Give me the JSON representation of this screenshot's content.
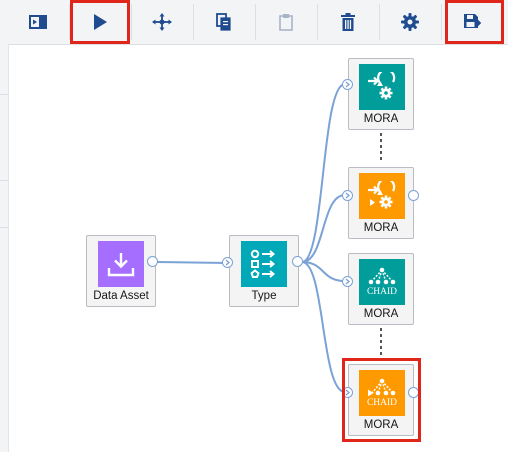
{
  "toolbar": {
    "buttons": [
      {
        "name": "collapse-panel-button",
        "icon": "panel-collapse-icon"
      },
      {
        "name": "run-button",
        "icon": "play-icon"
      },
      {
        "name": "auto-arrange-button",
        "icon": "arrange-icon"
      },
      {
        "name": "copy-button",
        "icon": "copy-icon"
      },
      {
        "name": "paste-button",
        "icon": "paste-icon"
      },
      {
        "name": "delete-button",
        "icon": "trash-icon"
      },
      {
        "name": "settings-button",
        "icon": "gear-icon"
      },
      {
        "name": "save-button",
        "icon": "save-icon"
      }
    ],
    "highlighted": [
      "run-button",
      "save-button"
    ],
    "highlight_color": "#e0251b",
    "icon_color": "#1f4b8f"
  },
  "nodes": {
    "data_asset": {
      "label": "Data Asset",
      "icon": "import-icon",
      "color": "#a56eff"
    },
    "type": {
      "label": "Type",
      "icon": "type-icon",
      "color": "#00a8b8"
    },
    "mora_1": {
      "label": "MORA",
      "icon": "model-auto-icon",
      "color": "#009d9a"
    },
    "mora_2": {
      "label": "MORA",
      "icon": "model-auto-icon",
      "color": "#ff9900"
    },
    "mora_3": {
      "label": "MORA",
      "icon": "chaid-icon",
      "icon_text": "CHAID",
      "color": "#009d9a"
    },
    "mora_4": {
      "label": "MORA",
      "icon": "chaid-icon",
      "icon_text": "CHAID",
      "color": "#ff9900"
    }
  },
  "highlighted_nodes": [
    "mora_4"
  ],
  "link_color": "#7aa2d6"
}
